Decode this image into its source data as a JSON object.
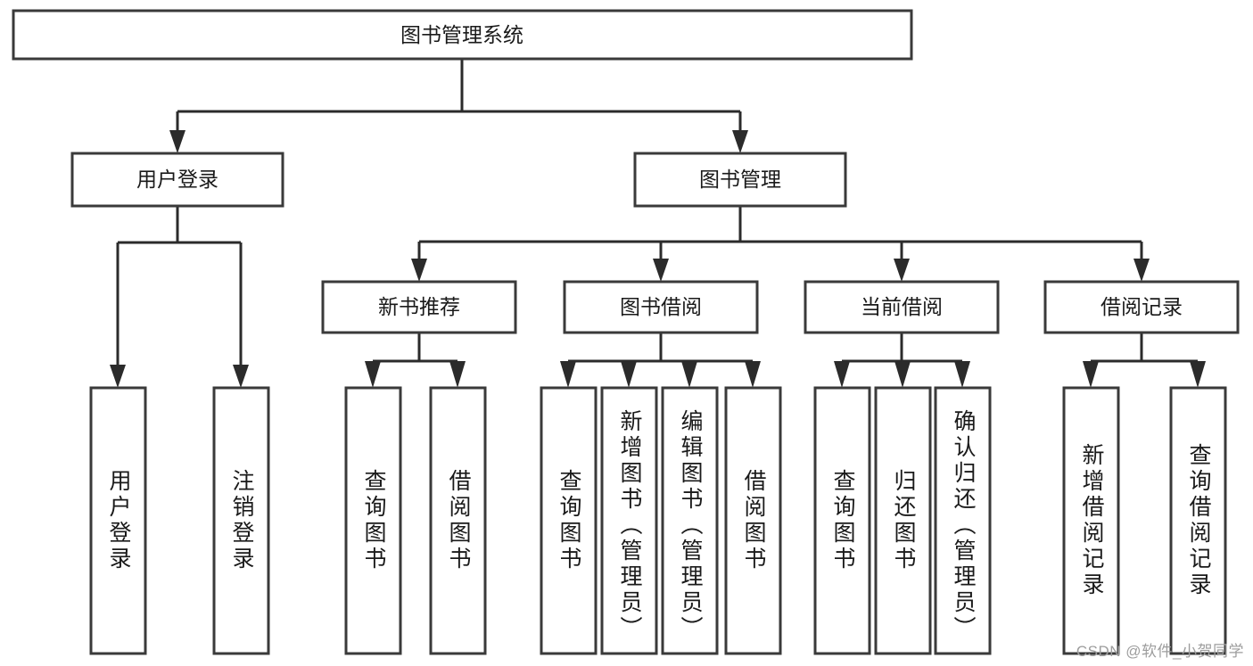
{
  "diagram": {
    "type": "hierarchy-tree",
    "title": "图书管理系统",
    "orientation": "top-down",
    "colors": {
      "background": "#ffffff",
      "node_fill": "#ffffff",
      "node_stroke": "#3a3a3a",
      "connector": "#2b2b2b",
      "text": "#1a1a1a",
      "watermark": "#9d9d9d"
    },
    "levels": {
      "root": {
        "label": "图书管理系统"
      },
      "level2": [
        {
          "label": "用户登录"
        },
        {
          "label": "图书管理"
        }
      ],
      "level3": [
        {
          "label": "新书推荐"
        },
        {
          "label": "图书借阅"
        },
        {
          "label": "当前借阅"
        },
        {
          "label": "借阅记录"
        }
      ],
      "leaves": {
        "user_login": [
          {
            "label": "用户登录"
          },
          {
            "label": "注销登录"
          }
        ],
        "new_book_recommend": [
          {
            "label": "查询图书"
          },
          {
            "label": "借阅图书"
          }
        ],
        "book_borrow": [
          {
            "label": "查询图书"
          },
          {
            "label": "新增图书（管理员）"
          },
          {
            "label": "编辑图书（管理员）"
          },
          {
            "label": "借阅图书"
          }
        ],
        "current_borrow": [
          {
            "label": "查询图书"
          },
          {
            "label": "归还图书"
          },
          {
            "label": "确认归还（管理员）"
          }
        ],
        "borrow_record": [
          {
            "label": "新增借阅记录"
          },
          {
            "label": "查询借阅记录"
          }
        ]
      }
    }
  },
  "watermark": {
    "text": "CSDN @软件_小贺同学"
  }
}
